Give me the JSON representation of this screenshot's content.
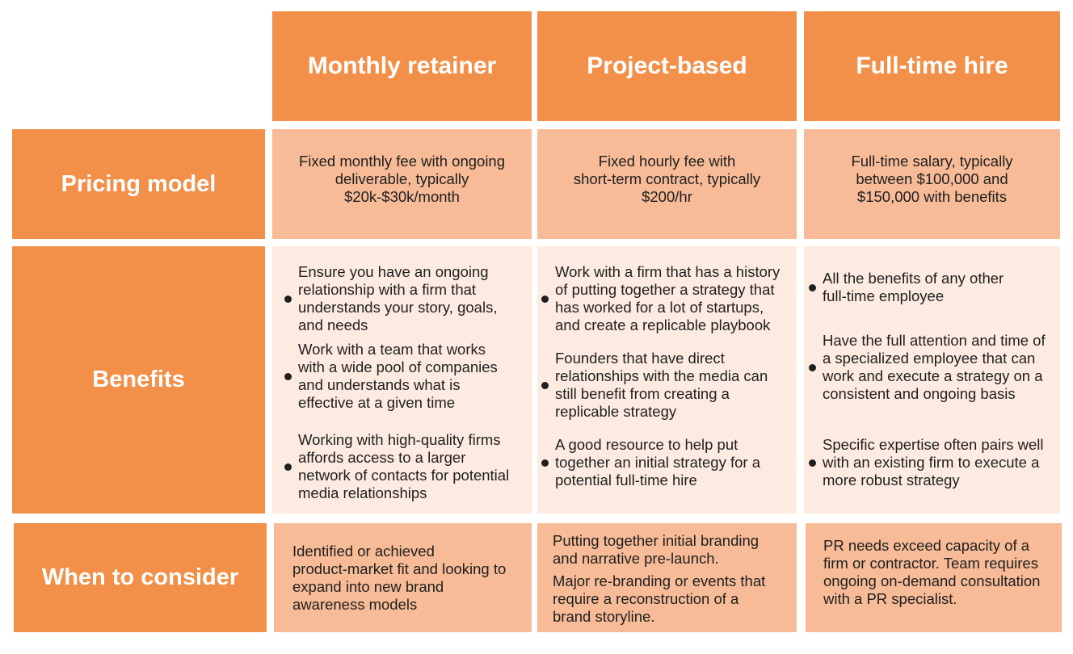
{
  "columns": [
    {
      "title": "Monthly retainer"
    },
    {
      "title": "Project-based"
    },
    {
      "title": "Full-time hire"
    }
  ],
  "rows": {
    "pricing": {
      "label": "Pricing model",
      "cells": [
        "Fixed monthly fee with ongoing\ndeliverable, typically\n$20k-$30k/month",
        "Fixed hourly fee with\nshort-term contract, typically\n$200/hr",
        "Full-time salary, typically\nbetween $100,000 and\n$150,000 with benefits"
      ]
    },
    "benefits": {
      "label": "Benefits",
      "cells": [
        [
          "Ensure you have an ongoing\nrelationship with a firm that\nunderstands your story, goals,\nand needs",
          "Work with a team that works\nwith a wide pool of companies\nand understands what is\neffective at a given time",
          "Working with high-quality firms\naffords access to a larger\nnetwork of contacts for potential\nmedia relationships"
        ],
        [
          "Work with a firm that has a history\nof putting together a strategy that\nhas worked for a lot of startups,\nand create a replicable playbook",
          "Founders that have direct\nrelationships with the media can\nstill benefit from creating a\nreplicable strategy",
          "A good resource to help put\ntogether an initial strategy for a\npotential full-time hire"
        ],
        [
          "All the benefits of any other\nfull-time employee",
          "Have the full attention and time of\na specialized employee that can\nwork and execute a strategy on a\nconsistent and ongoing basis",
          "Specific expertise often pairs well\nwith an existing firm to execute a\nmore robust strategy"
        ]
      ]
    },
    "when": {
      "label": "When to consider",
      "cells": [
        [
          "Identified or achieved\nproduct-market fit and looking to\nexpand into new brand\nawareness models"
        ],
        [
          "Putting together initial branding\nand narrative pre-launch.",
          "Major re-branding or events that\nrequire a reconstruction of a\nbrand storyline."
        ],
        [
          "PR needs exceed capacity of a\nfirm or contractor. Team requires\nongoing on-demand consultation\nwith a PR specialist."
        ]
      ]
    }
  },
  "colors": {
    "header": "#f28f48",
    "cell_mid": "#f7bb97",
    "cell_light": "#fdebe1",
    "text_dark": "#1f1f1f",
    "text_light": "#ffffff"
  }
}
